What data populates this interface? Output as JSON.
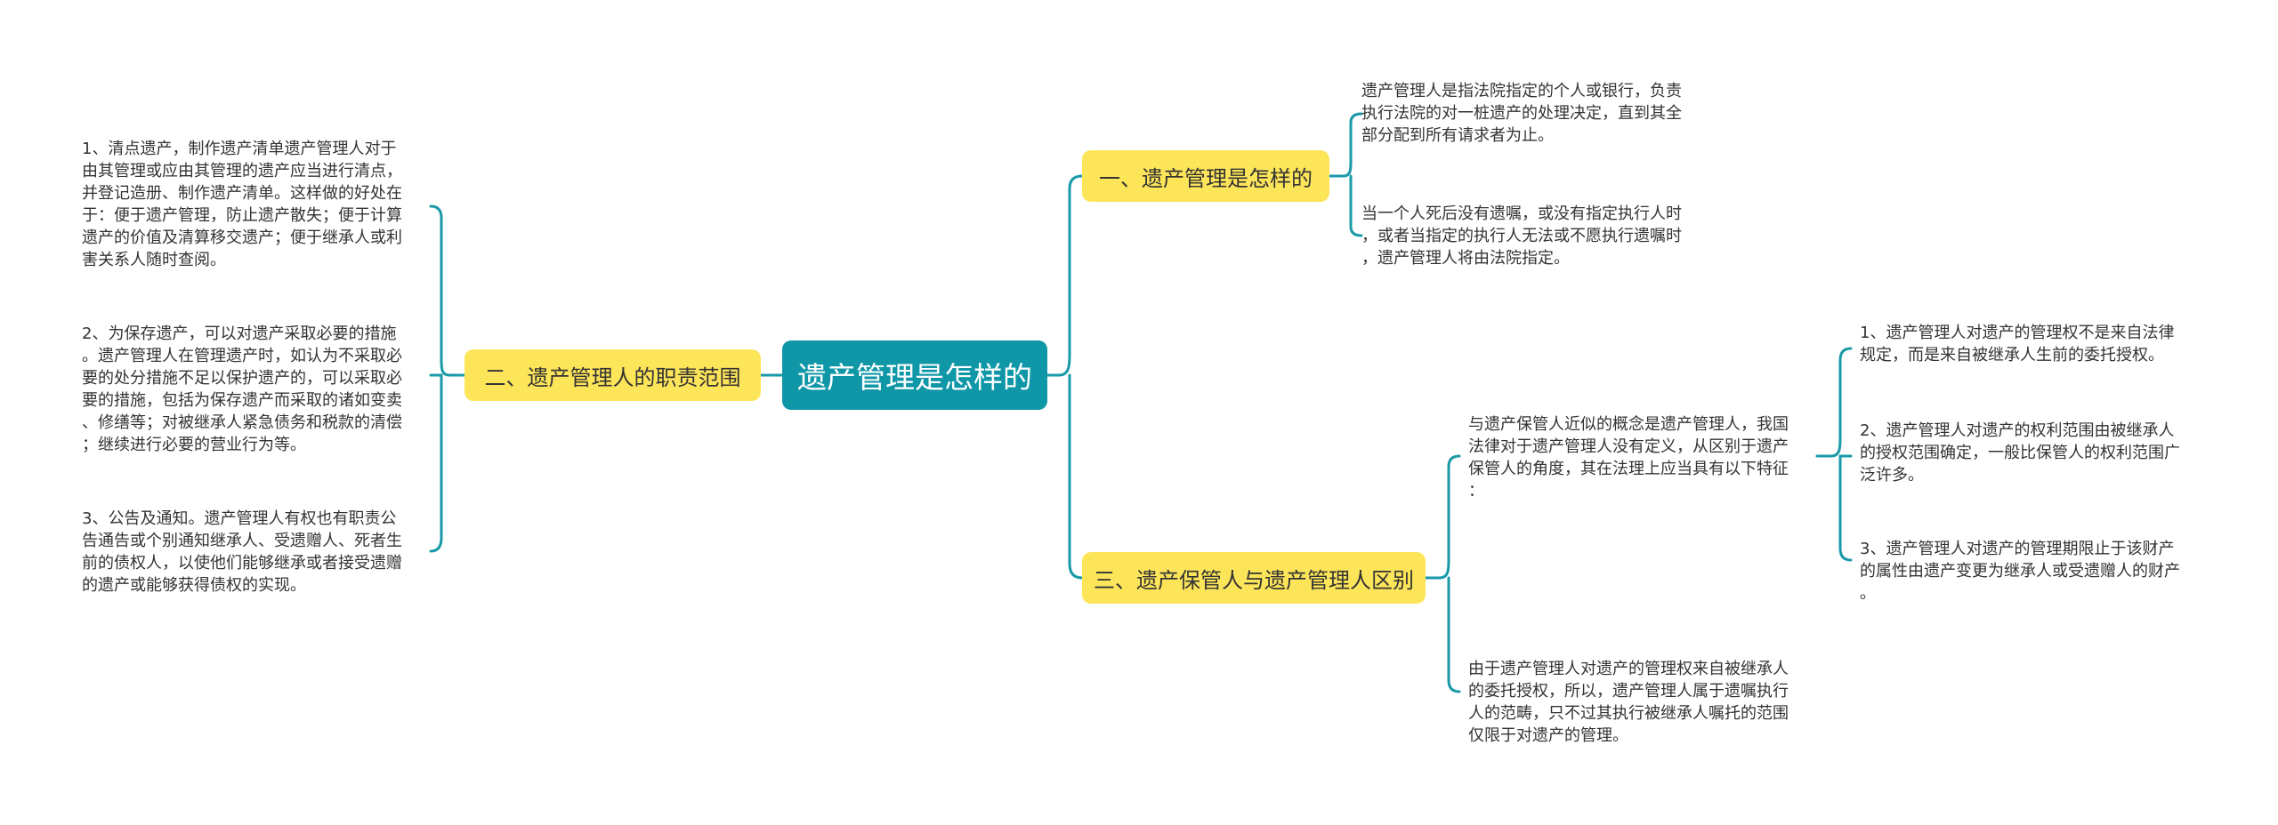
{
  "root": {
    "label": "遗产管理是怎样的"
  },
  "branches": [
    {
      "id": "b1",
      "label": "一、遗产管理是怎样的",
      "children": [
        "遗产管理人是指法院指定的个人或银行，负责\n执行法院的对一桩遗产的处理决定，直到其全\n部分配到所有请求者为止。",
        "当一个人死后没有遗嘱，或没有指定执行人时\n，或者当指定的执行人无法或不愿执行遗嘱时\n，遗产管理人将由法院指定。"
      ]
    },
    {
      "id": "b2",
      "label": "二、遗产管理人的职责范围",
      "children": [
        "1、清点遗产，制作遗产清单遗产管理人对于\n由其管理或应由其管理的遗产应当进行清点，\n并登记造册、制作遗产清单。这样做的好处在\n于：便于遗产管理，防止遗产散失；便于计算\n遗产的价值及清算移交遗产；便于继承人或利\n害关系人随时查阅。",
        "2、为保存遗产，可以对遗产采取必要的措施\n。遗产管理人在管理遗产时，如认为不采取必\n要的处分措施不足以保护遗产的，可以采取必\n要的措施，包括为保存遗产而采取的诸如变卖\n、修缮等；对被继承人紧急债务和税款的清偿\n；继续进行必要的营业行为等。",
        "3、公告及通知。遗产管理人有权也有职责公\n告通告或个别通知继承人、受遗赠人、死者生\n前的债权人，以使他们能够继承或者接受遗赠\n的遗产或能够获得债权的实现。"
      ]
    },
    {
      "id": "b3",
      "label": "三、遗产保管人与遗产管理人区别",
      "children": [
        "与遗产保管人近似的概念是遗产管理人，我国\n法律对于遗产管理人没有定义，从区别于遗产\n保管人的角度，其在法理上应当具有以下特征\n：",
        "由于遗产管理人对遗产的管理权来自被继承人\n的委托授权，所以，遗产管理人属于遗嘱执行\n人的范畴，只不过其执行被继承人嘱托的范围\n仅限于对遗产的管理。"
      ],
      "subchildren": [
        "1、遗产管理人对遗产的管理权不是来自法律\n规定，而是来自被继承人生前的委托授权。",
        "2、遗产管理人对遗产的权利范围由被继承人\n的授权范围确定，一般比保管人的权利范围广\n泛许多。",
        "3、遗产管理人对遗产的管理期限止于该财产\n的属性由遗产变更为继承人或受遗赠人的财产\n。"
      ]
    }
  ],
  "colors": {
    "root": "#0f97a8",
    "branch": "#fde55a",
    "line": "#1a9aa8",
    "text": "#333333"
  }
}
